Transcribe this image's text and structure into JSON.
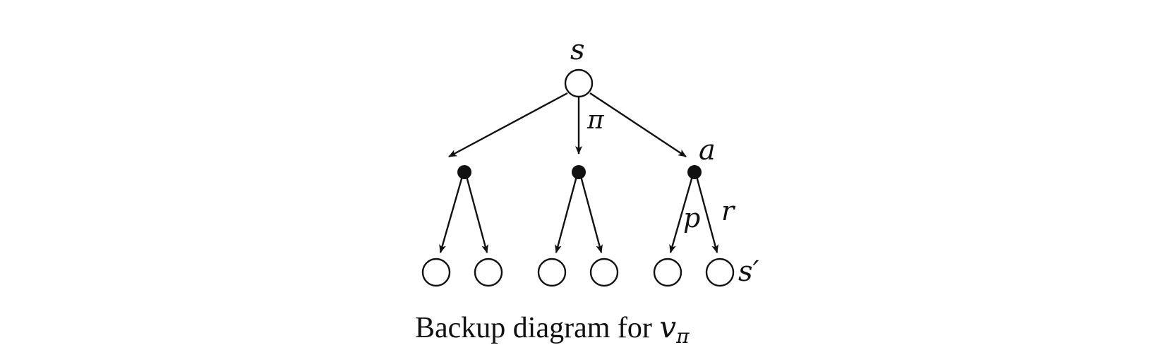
{
  "labels": {
    "root_state": "s",
    "policy": "π",
    "action": "a",
    "probability": "p",
    "reward": "r",
    "next_state": "s′"
  },
  "caption": {
    "text": "Backup diagram for ",
    "var": "v",
    "var_sub": "π"
  },
  "tree": {
    "root": "state",
    "actions": 3,
    "next_states_per_action": 2
  },
  "colors": {
    "stroke": "#111111",
    "state_fill": "#ffffff",
    "action_fill": "#111111"
  }
}
